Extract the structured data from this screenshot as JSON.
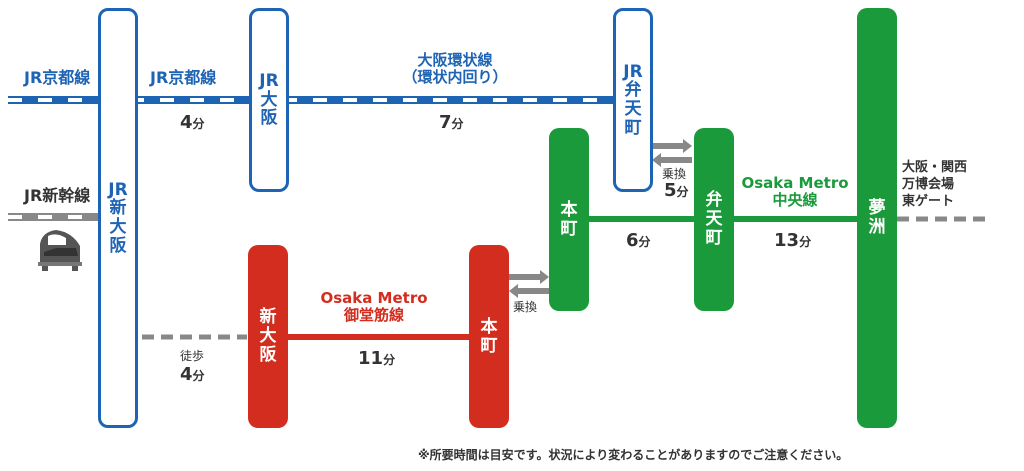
{
  "colors": {
    "jr_blue": "#1e64b4",
    "midosuji_red": "#d22d1e",
    "chuo_green": "#1a9a3a",
    "walk_gray": "#888888"
  },
  "icons": [
    "shinkansen-train-icon",
    "transfer-arrows-icon"
  ],
  "lines": {
    "jr_kyoto_left": "JR京都線",
    "jr_kyoto_mid": "JR京都線",
    "jr_shinkansen": "JR新幹線",
    "loop_line_1": "大阪環状線",
    "loop_line_2": "（環状内回り）",
    "midosuji_1": "Osaka Metro",
    "midosuji_2": "御堂筋線",
    "chuo_1": "Osaka Metro",
    "chuo_2": "中央線"
  },
  "stations": {
    "shin_osaka_jr": [
      "JR",
      "新",
      "大",
      "阪"
    ],
    "osaka_jr": [
      "JR",
      "大",
      "阪"
    ],
    "bentencho_jr": [
      "JR",
      "弁",
      "天",
      "町"
    ],
    "shin_osaka_metro": [
      "新",
      "大",
      "阪"
    ],
    "hommachi_red": [
      "本",
      "町"
    ],
    "hommachi_green": [
      "本",
      "町"
    ],
    "bentencho_metro": [
      "弁",
      "天",
      "町"
    ],
    "yumeshima": [
      "夢",
      "洲"
    ]
  },
  "times": {
    "shin_osaka_to_osaka": {
      "num": "4",
      "unit": "分"
    },
    "osaka_to_bentencho": {
      "num": "7",
      "unit": "分"
    },
    "hommachi_to_bentencho": {
      "num": "6",
      "unit": "分"
    },
    "bentencho_to_yumeshima": {
      "num": "13",
      "unit": "分"
    },
    "midosuji": {
      "num": "11",
      "unit": "分"
    },
    "walk": {
      "num": "4",
      "unit": "分"
    },
    "transfer_bentencho": {
      "num": "5",
      "unit": "分"
    }
  },
  "labels": {
    "transfer_bentencho": "乗換",
    "transfer_hommachi": "乗換",
    "walk": "徒歩",
    "expo_1": "大阪・関西",
    "expo_2": "万博会場",
    "expo_3": "東ゲート"
  },
  "footer_note": "※所要時間は目安です。状況により変わることがありますのでご注意ください。"
}
